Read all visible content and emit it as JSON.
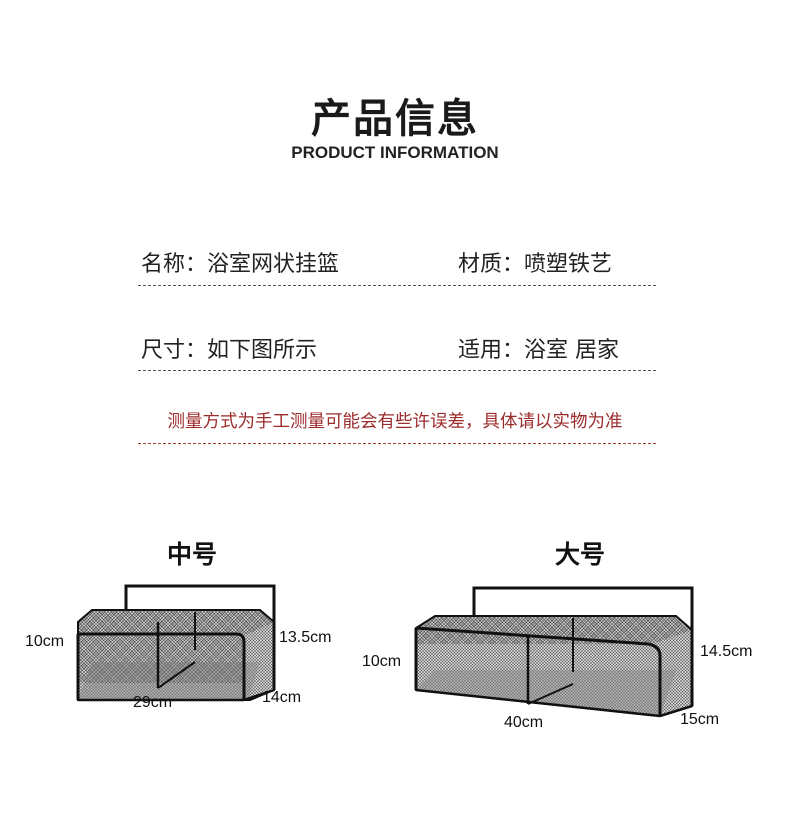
{
  "header": {
    "title_cn": "产品信息",
    "title_en": "PRODUCT INFORMATION"
  },
  "specs": {
    "name": "名称：浴室网状挂篮",
    "material": "材质：喷塑铁艺",
    "size": "尺寸：如下图所示",
    "usage": "适用：浴室 居家"
  },
  "note": "测量方式为手工测量可能会有些许误差，具体请以实物为准",
  "medium": {
    "label": "中号",
    "height": "10cm",
    "back_height": "13.5cm",
    "length": "29cm",
    "depth": "14cm"
  },
  "large": {
    "label": "大号",
    "height": "10cm",
    "back_height": "14.5cm",
    "length": "40cm",
    "depth": "15cm"
  },
  "colors": {
    "note": "#9c2b2b",
    "frame": "#111111"
  }
}
